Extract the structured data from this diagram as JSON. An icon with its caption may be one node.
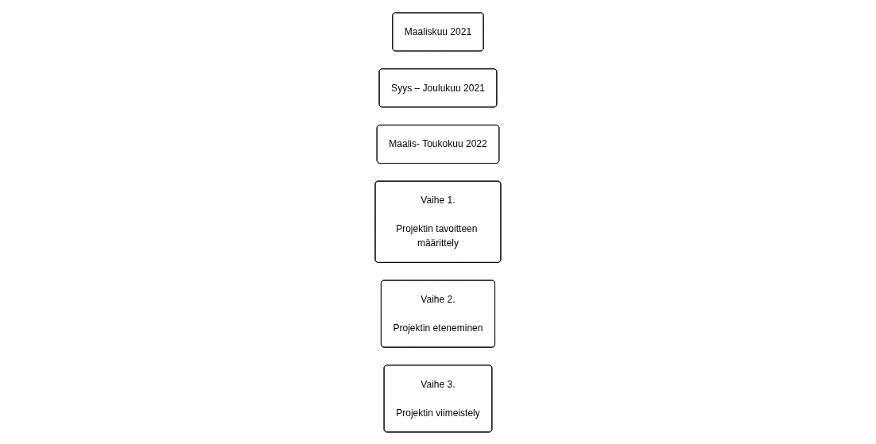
{
  "diagram": {
    "nodes": [
      {
        "text": [
          "Maaliskuu 2021"
        ]
      },
      {
        "text": [
          "Syys – Joulukuu 2021"
        ]
      },
      {
        "text": [
          "Maalis- Toukokuu 2022"
        ]
      },
      {
        "text": [
          "Vaihe 1.",
          "Projektin tavoitteen määrittely"
        ]
      },
      {
        "text": [
          "Vaihe 2.",
          "Projektin eteneminen"
        ]
      },
      {
        "text": [
          "Vaihe 3.",
          "Projektin viimeistely"
        ]
      }
    ]
  }
}
